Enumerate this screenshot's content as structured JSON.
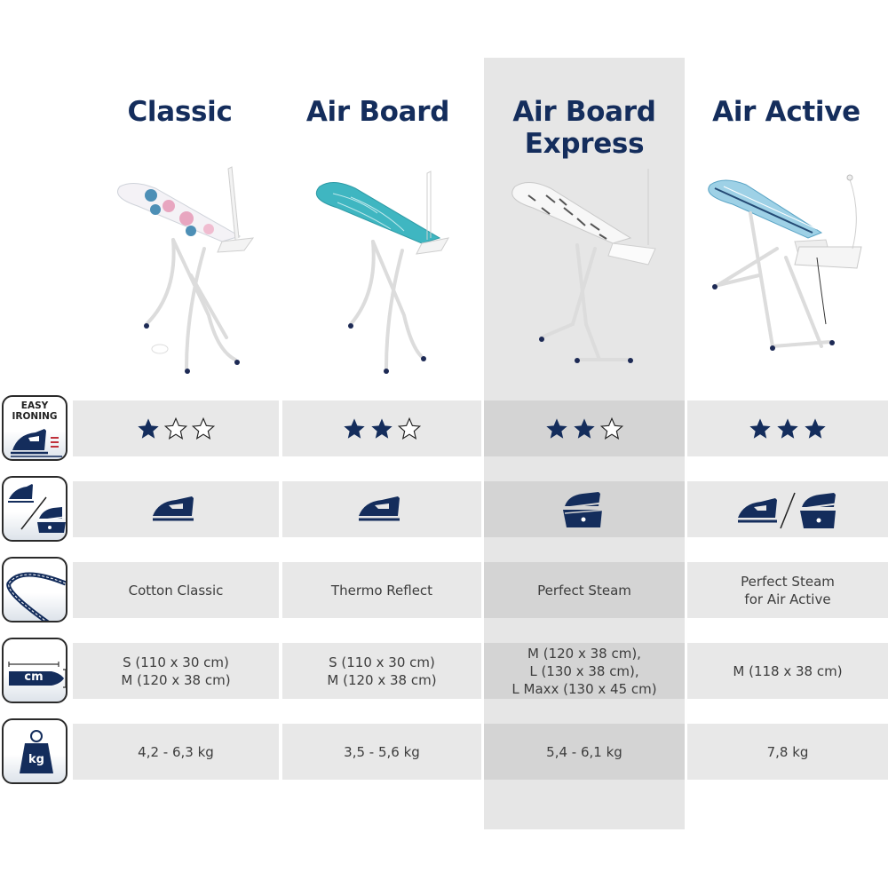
{
  "products": [
    {
      "name": "Classic",
      "rating": 1,
      "rating_max": 3,
      "iron_type": "steam-iron",
      "cover": "Cotton Classic",
      "sizes": "S (110 x 30 cm)\nM (120 x 38 cm)",
      "weight": "4,2 - 6,3 kg",
      "highlighted": false
    },
    {
      "name": "Air Board",
      "rating": 2,
      "rating_max": 3,
      "iron_type": "steam-iron",
      "cover": "Thermo Reflect",
      "sizes": "S (110 x 30 cm)\nM (120 x 38 cm)",
      "weight": "3,5 - 5,6 kg",
      "highlighted": false
    },
    {
      "name": "Air Board\nExpress",
      "rating": 2,
      "rating_max": 3,
      "iron_type": "steam-generator",
      "cover": "Perfect Steam",
      "sizes": "M (120 x 38 cm),\nL (130 x 38 cm),\nL Maxx (130 x 45 cm)",
      "weight": "5,4 - 6,1 kg",
      "highlighted": true
    },
    {
      "name": "Air Active",
      "rating": 3,
      "rating_max": 3,
      "iron_type": "steam-iron / steam-generator",
      "cover": "Perfect Steam\nfor Air Active",
      "sizes": "M (118 x 38 cm)",
      "weight": "7,8 kg",
      "highlighted": false
    }
  ],
  "row_icons": [
    {
      "name": "easy-ironing",
      "label": "EASY\nIRONING"
    },
    {
      "name": "iron-type",
      "label": ""
    },
    {
      "name": "cover",
      "label": ""
    },
    {
      "name": "size",
      "label": "cm"
    },
    {
      "name": "weight",
      "label": "kg"
    }
  ],
  "colors": {
    "navy": "#142d5c",
    "cell": "#e8e8e8",
    "highlight_col": "#e6e6e6",
    "highlight_cell": "#d4d4d4"
  }
}
